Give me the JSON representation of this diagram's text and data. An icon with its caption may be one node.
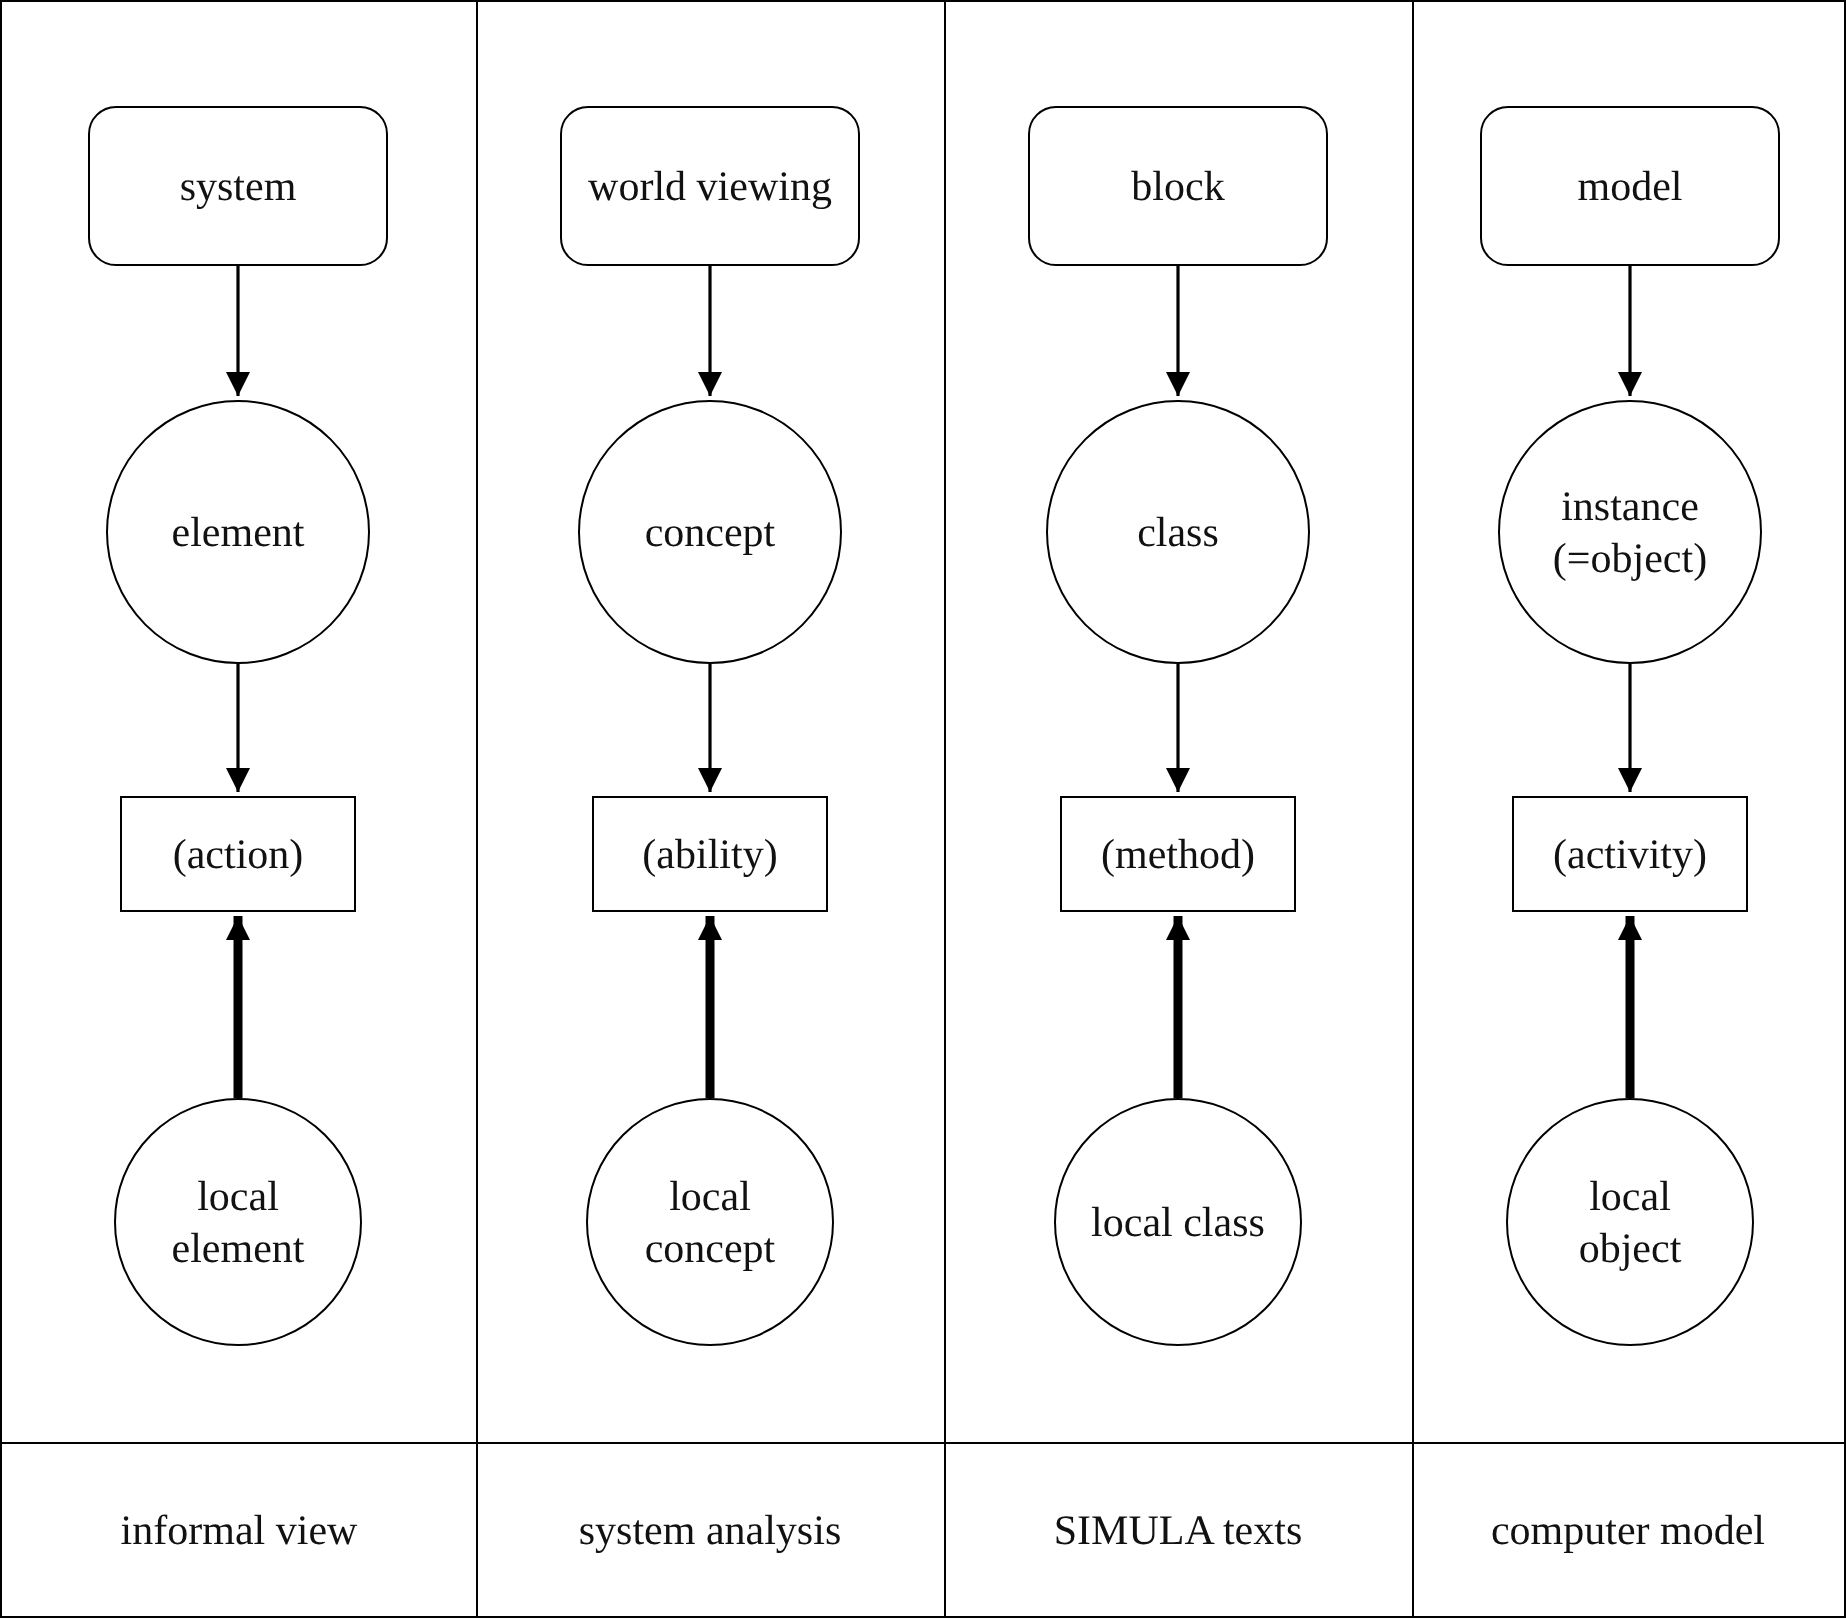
{
  "diagram": {
    "nodes": [
      {
        "text": [
          "system"
        ]
      },
      {
        "text": [
          "world viewing"
        ]
      },
      {
        "text": [
          "block"
        ]
      },
      {
        "text": [
          "model"
        ]
      },
      {
        "text": [
          "element"
        ]
      },
      {
        "text": [
          "concept"
        ]
      },
      {
        "text": [
          "class"
        ]
      },
      {
        "text": [
          "instance (=object)"
        ]
      },
      {
        "text": [
          "(action)"
        ]
      },
      {
        "text": [
          "(ability)"
        ]
      },
      {
        "text": [
          "(method)"
        ]
      },
      {
        "text": [
          "(activity)"
        ]
      },
      {
        "text": [
          "local element"
        ]
      },
      {
        "text": [
          "local concept"
        ]
      },
      {
        "text": [
          "local class"
        ]
      },
      {
        "text": [
          "local object"
        ]
      }
    ],
    "edges": [
      {
        "from": 0,
        "to": 4,
        "arrow": "to"
      },
      {
        "from": 1,
        "to": 5,
        "arrow": "to"
      },
      {
        "from": 2,
        "to": 6,
        "arrow": "to"
      },
      {
        "from": 3,
        "to": 7,
        "arrow": "to"
      },
      {
        "from": 4,
        "to": 8,
        "arrow": "to"
      },
      {
        "from": 5,
        "to": 9,
        "arrow": "to"
      },
      {
        "from": 6,
        "to": 10,
        "arrow": "to"
      },
      {
        "from": 7,
        "to": 11,
        "arrow": "to"
      },
      {
        "from": 12,
        "to": 8,
        "arrow": "to",
        "style": "thick"
      },
      {
        "from": 13,
        "to": 9,
        "arrow": "to",
        "style": "thick"
      },
      {
        "from": 14,
        "to": 10,
        "arrow": "to",
        "style": "thick"
      },
      {
        "from": 15,
        "to": 11,
        "arrow": "to",
        "style": "thick"
      }
    ],
    "labels": [
      "informal view",
      "system analysis",
      "SIMULA texts",
      "computer model"
    ]
  }
}
